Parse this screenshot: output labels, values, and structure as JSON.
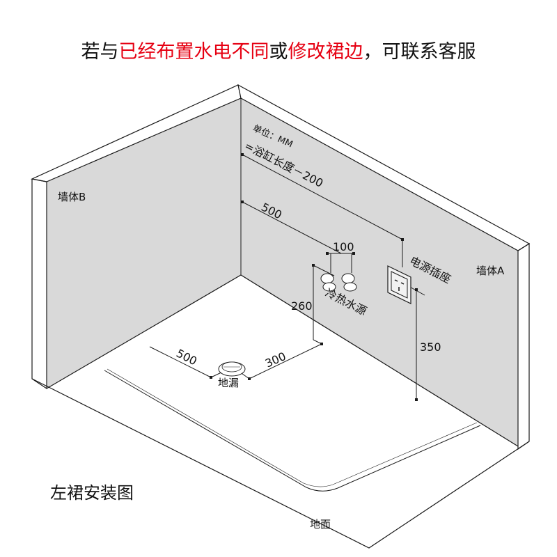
{
  "banner": {
    "part1": "若与",
    "part2": "已经布置水电不同",
    "part3": "或",
    "part4": "修改裙边",
    "part5": "，可联系客服",
    "highlight_color": "#e60012"
  },
  "labels": {
    "unit": "单位：MM",
    "bath_length": "=浴缸长度－200",
    "wall_b": "墙体B",
    "wall_a": "墙体A",
    "dim_500_top": "500",
    "dim_100": "100",
    "water": "冷热水源",
    "power": "电源插座",
    "dim_260": "260",
    "dim_350": "350",
    "dim_500_floor": "500",
    "dim_300": "300",
    "drain": "地漏",
    "caption": "左裙安装图",
    "floor": "地面"
  },
  "colors": {
    "wall": "#d9d9d9",
    "line": "#1a1a1a"
  }
}
